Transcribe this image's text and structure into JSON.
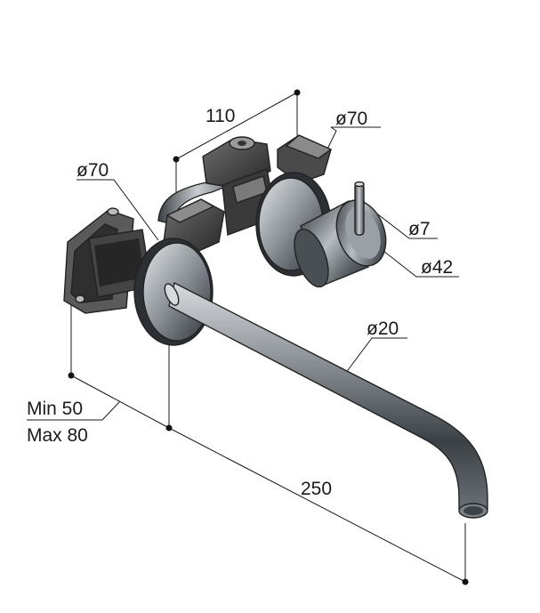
{
  "diagram": {
    "dimensions": {
      "width_110": "110",
      "rosette_dia_right": "ø70",
      "rosette_dia_left": "ø70",
      "lever_dia": "ø7",
      "handle_dia": "ø42",
      "spout_dia": "ø20",
      "depth_min": "Min 50",
      "depth_max": "Max 80",
      "spout_length": "250"
    },
    "colors": {
      "metal_dark": "#2b2f33",
      "metal_mid": "#6a7076",
      "metal_light": "#c9cdd1",
      "body_dark": "#3a3a3a",
      "line": "#1a1a1a"
    }
  }
}
